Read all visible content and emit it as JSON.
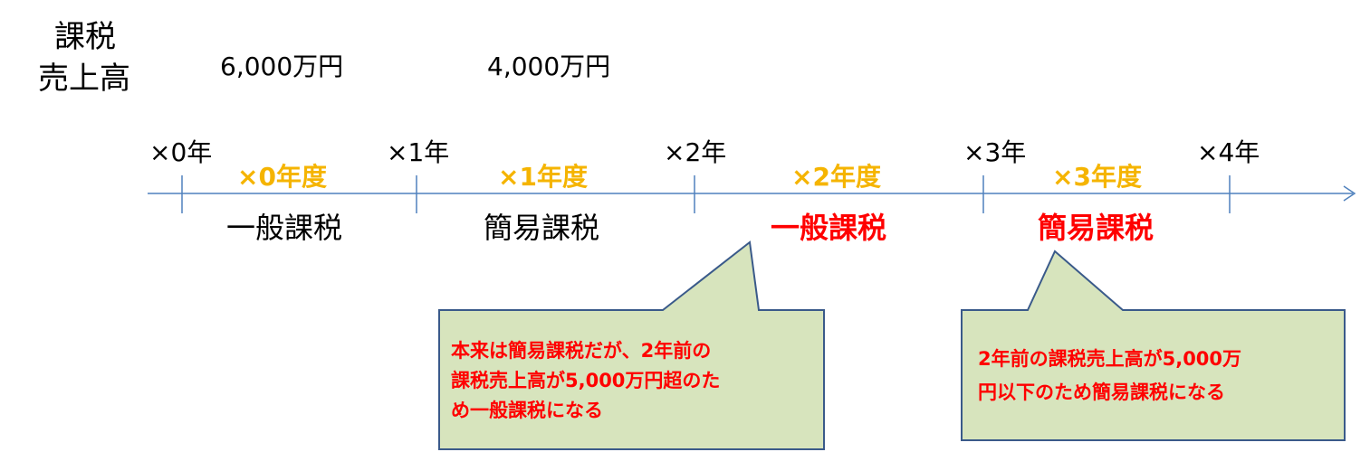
{
  "header": {
    "label_line1": "課税",
    "label_line2": "売上高",
    "sales": [
      "6,000万円",
      "4,000万円"
    ]
  },
  "timeline": {
    "year_marks": [
      "×0年",
      "×1年",
      "×2年",
      "×3年",
      "×4年"
    ],
    "fiscal_years": [
      "×0年度",
      "×1年度",
      "×2年度",
      "×3年度"
    ],
    "methods": [
      "一般課税",
      "簡易課税",
      "一般課税",
      "簡易課税"
    ]
  },
  "callouts": [
    {
      "lines": [
        "本来は簡易課税だが、2年前の",
        "課税売上高が5,000万円超のた",
        "め一般課税になる"
      ]
    },
    {
      "lines": [
        "2年前の課税売上高が5,000万",
        "円以下のため簡易課税になる"
      ]
    }
  ],
  "colors": {
    "axis": "#4f81bd",
    "fiscal_year_text": "#f5b400",
    "highlight_text": "#ff0000",
    "callout_fill": "#d7e4bd",
    "callout_border": "#3a5a8a"
  }
}
